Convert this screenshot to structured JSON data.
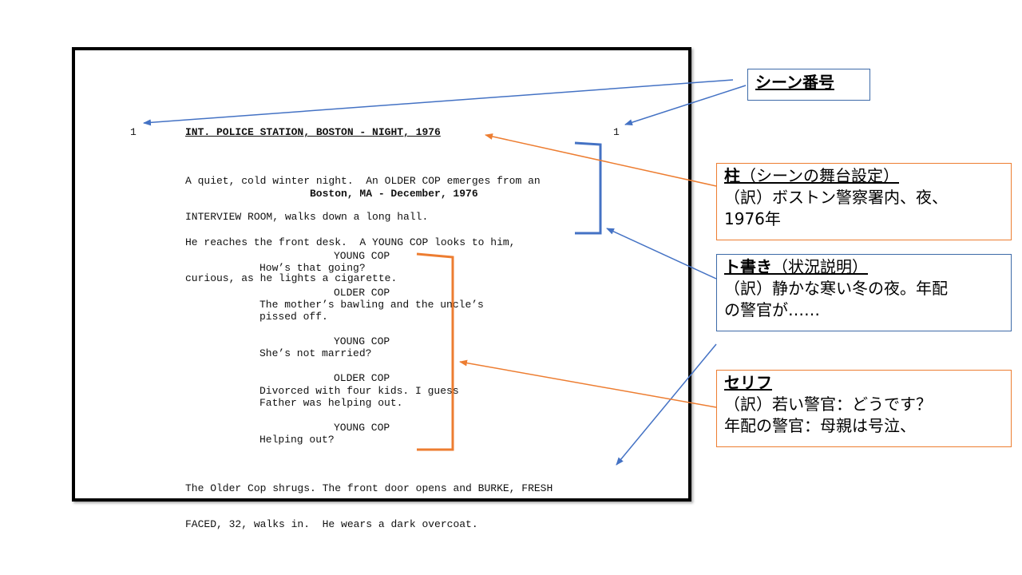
{
  "script_page": {
    "scene_number_left": "1",
    "scene_number_right": "1",
    "slugline": "INT. POLICE STATION, BOSTON - NIGHT, 1976",
    "action_1": [
      "A quiet, cold winter night.  An OLDER COP emerges from an",
      "INTERVIEW ROOM, walks down a long hall."
    ],
    "super": "Boston, MA - December, 1976",
    "action_2": [
      "He reaches the front desk.  A YOUNG COP looks to him,",
      "curious, as he lights a cigarette."
    ],
    "dialogue": [
      {
        "character": "YOUNG COP",
        "lines": [
          "How’s that going?"
        ]
      },
      {
        "character": "OLDER COP",
        "lines": [
          "The mother’s bawling and the uncle’s",
          "pissed off."
        ]
      },
      {
        "character": "YOUNG COP",
        "lines": [
          "She’s not married?"
        ]
      },
      {
        "character": "OLDER COP",
        "lines": [
          "Divorced with four kids. I guess",
          "Father was helping out."
        ]
      },
      {
        "character": "YOUNG COP",
        "lines": [
          "Helping out?"
        ]
      }
    ],
    "action_3": [
      "The Older Cop shrugs. The front door opens and BURKE, FRESH",
      "FACED, 32, walks in.  He wears a dark overcoat."
    ]
  },
  "callouts": {
    "scene_number": {
      "title": "シーン番号"
    },
    "slugline": {
      "title": "柱",
      "paren": "（シーンの舞台設定）",
      "lines": [
        "（訳）ボストン警察署内、夜、",
        "1976年"
      ]
    },
    "action": {
      "title": "ト書き",
      "paren": "（状況説明）",
      "lines": [
        "（訳）静かな寒い冬の夜。年配",
        "の警官が……"
      ]
    },
    "dialogue": {
      "title": "セリフ",
      "lines": [
        "（訳）若い警官：どうです？",
        "年配の警官：母親は号泣、"
      ]
    }
  },
  "colors": {
    "blue": "#4472c4",
    "orange": "#ed7d31",
    "callout_blue_border": "#3d6aa8"
  }
}
